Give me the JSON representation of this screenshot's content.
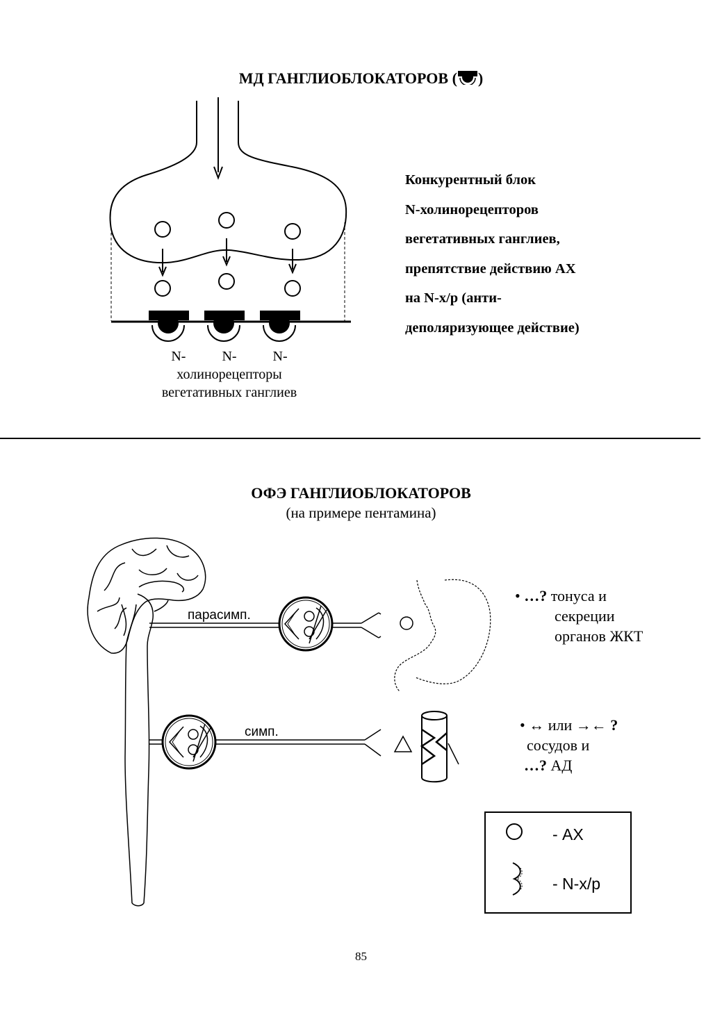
{
  "section1": {
    "title_text": "МД ГАНГЛИОБЛОКАТОРОВ (",
    "title_close": ")",
    "description_lines": [
      "Конкурентный блок",
      "N-холинорецепторов",
      "вегетативных ганглиев,",
      "препятствие действию АХ",
      "на N-х/р (анти-",
      "деполяризующее действие)"
    ],
    "receptor_prefix": "N-",
    "receptor_line1": "холинорецепторы",
    "receptor_line2": "вегетативных ганглиев"
  },
  "section2": {
    "title": "ОФЭ ГАНГЛИОБЛОКАТОРОВ",
    "subtitle": "(на примере пентамина)",
    "parasymp_label": "парасимп.",
    "symp_label": "симп.",
    "effect1": {
      "bullet": "•",
      "q": "…?",
      "line1_rest": " тонуса и",
      "line2": "секреции",
      "line3": "органов ЖКТ"
    },
    "effect2": {
      "line1_a": "• ↔ или →←",
      "line1_q": " ?",
      "line2": "сосудов и",
      "line3_q": "…?",
      "line3_rest": " АД"
    },
    "legend": {
      "ach_label": "- АХ",
      "receptor_label": "- N-х/р"
    }
  },
  "page_number": "85"
}
